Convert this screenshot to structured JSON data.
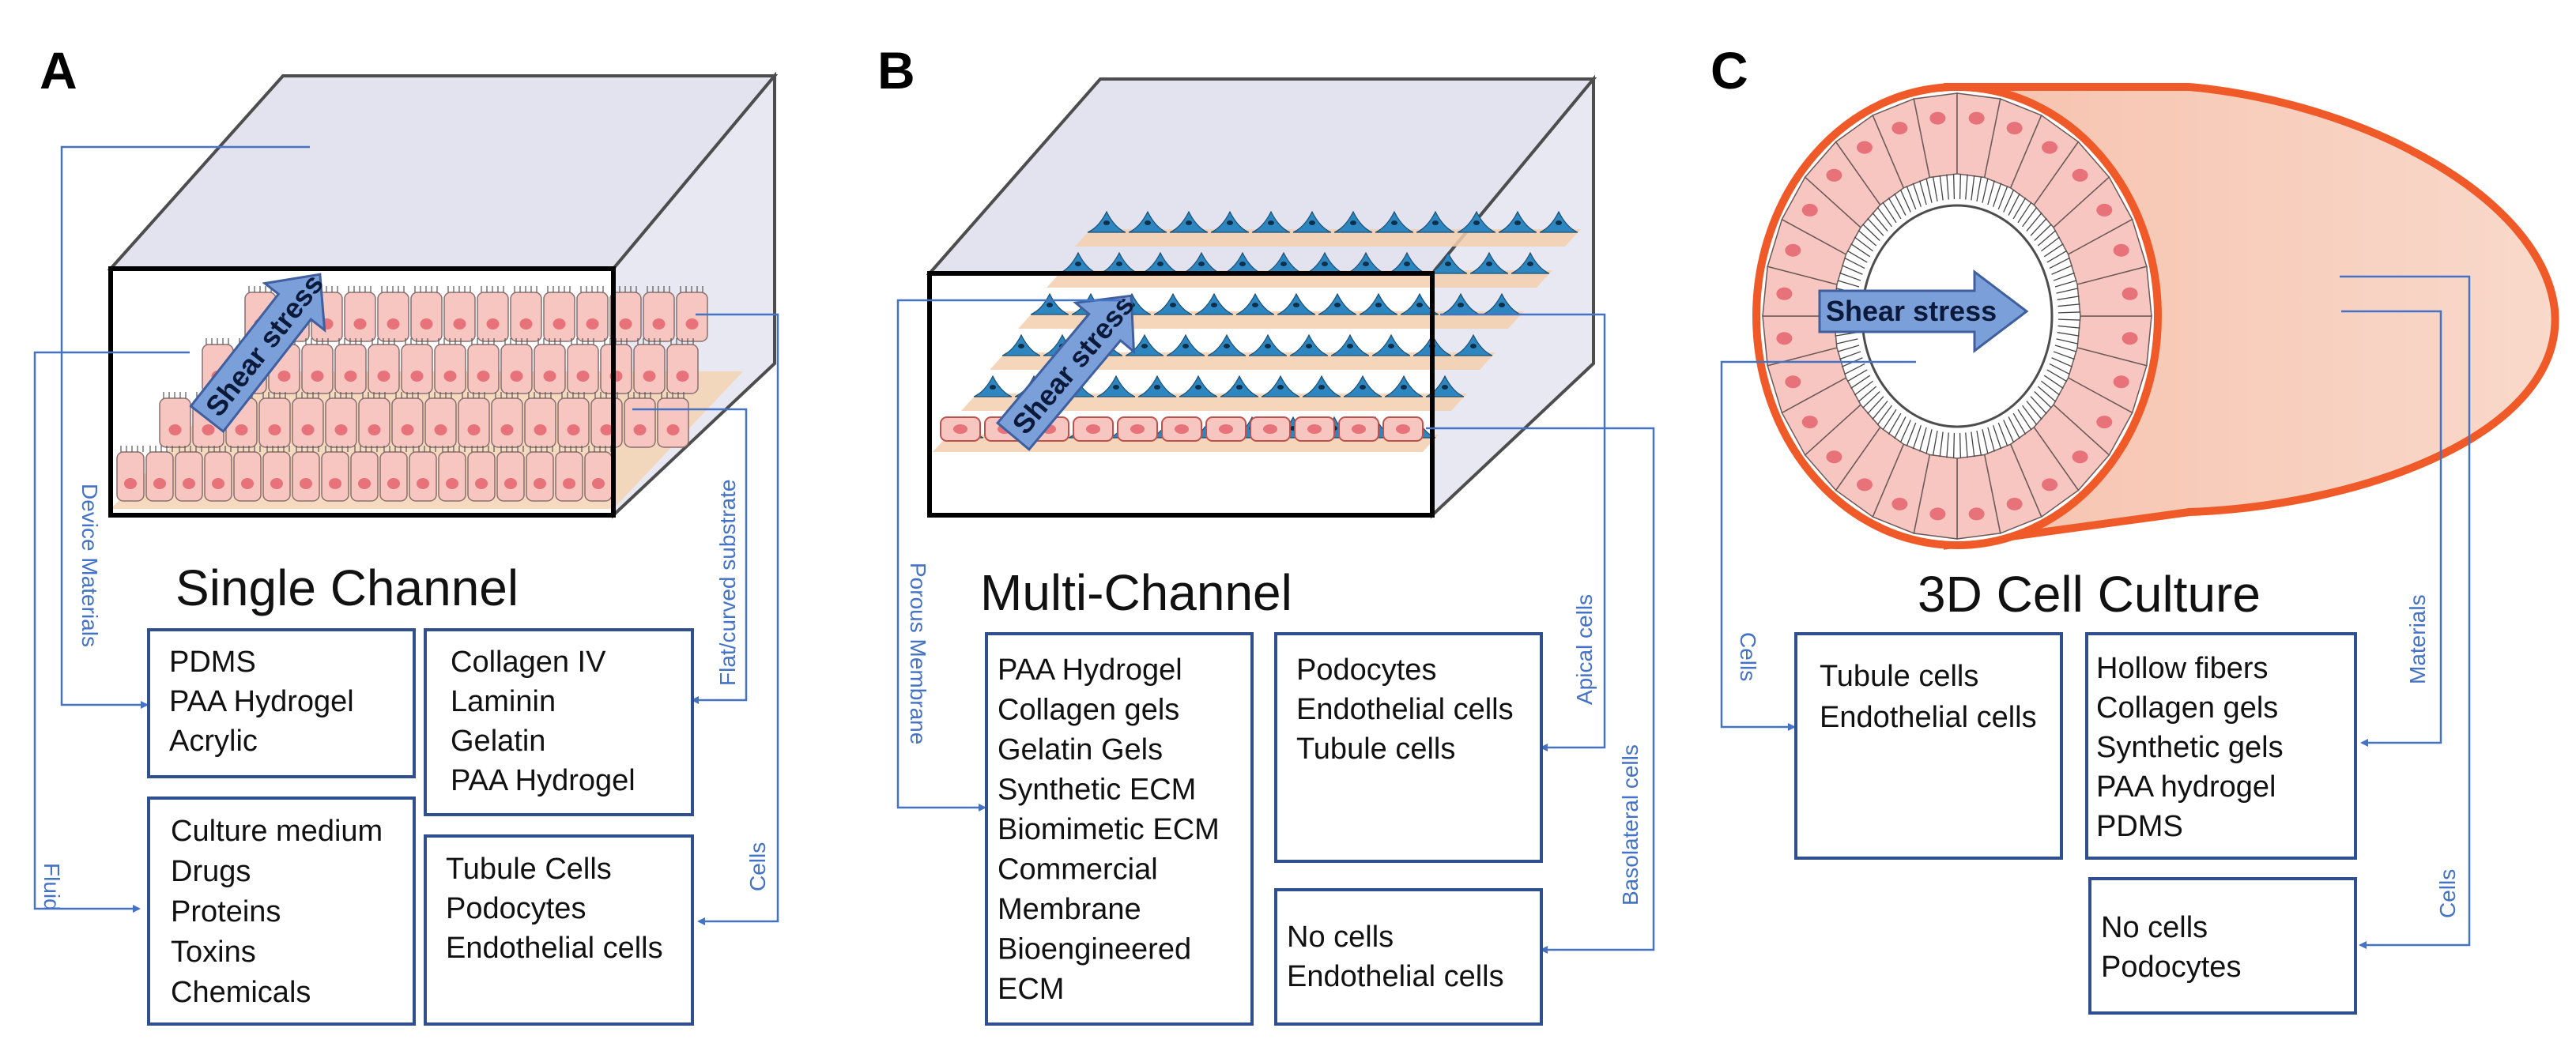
{
  "panels": [
    {
      "letter": "A",
      "title": "Single Channel",
      "arrow_label": "Shear stress",
      "side_labels": [
        "Device Materials",
        "Fluid",
        "Flat/curved substrate",
        "Cells"
      ],
      "boxes": [
        [
          "PDMS",
          "PAA Hydrogel",
          "Acrylic"
        ],
        [
          "Collagen IV",
          "Laminin",
          "Gelatin",
          "PAA Hydrogel"
        ],
        [
          "Culture medium",
          "Drugs",
          "Proteins",
          "Toxins",
          "Chemicals"
        ],
        [
          "Tubule Cells",
          "Podocytes",
          "Endothelial cells"
        ]
      ]
    },
    {
      "letter": "B",
      "title": "Multi-Channel",
      "arrow_label": "Shear stress",
      "side_labels": [
        "Porous Membrane",
        "Apical cells",
        "Basolateral cells"
      ],
      "boxes": [
        [
          "PAA Hydrogel",
          "Collagen gels",
          "Gelatin Gels",
          "Synthetic ECM",
          "Biomimetic ECM",
          "Commercial",
          "Membrane",
          "Bioengineered",
          "ECM"
        ],
        [
          "Podocytes",
          "Endothelial cells",
          "Tubule cells"
        ],
        [
          "No cells",
          "Endothelial cells"
        ]
      ]
    },
    {
      "letter": "C",
      "title": "3D Cell Culture",
      "arrow_label": "Shear stress",
      "side_labels": [
        "Cells",
        "Materials",
        "Cells"
      ],
      "boxes": [
        [
          "Tubule cells",
          "Endothelial cells"
        ],
        [
          "Hollow fibers",
          "Collagen gels",
          "Synthetic gels",
          "PAA hydrogel",
          "PDMS"
        ],
        [
          "No cells",
          "Podocytes"
        ]
      ]
    }
  ],
  "colors": {
    "connector": "#4472c4",
    "box_border": "#2f4f8f",
    "box_face": "#e6e6f2",
    "cell_fill": "#f7c6c0",
    "cell_nucleus": "#e8727a",
    "substrate": "#f5cfae",
    "blue_cell": "#2e86c1",
    "tube_outline": "#f05a28",
    "tube_fill": "#f7d0bf",
    "arrow_fill": "#7a9fd9"
  }
}
